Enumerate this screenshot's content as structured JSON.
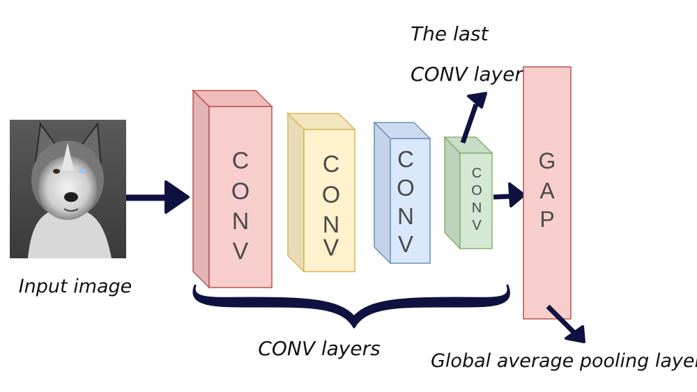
{
  "diagram": {
    "input_label": "Input image",
    "input_image_alt": "husky dog photo",
    "conv_blocks": [
      {
        "label": "CONV",
        "fill": "#f8cecc",
        "side": "#e2b4b3",
        "top": "#efbcbb",
        "stroke": "#b85450"
      },
      {
        "label": "CONV",
        "fill": "#fff2cc",
        "side": "#e8dcb8",
        "top": "#f3e5be",
        "stroke": "#d6b656"
      },
      {
        "label": "CONV",
        "fill": "#dae8fc",
        "side": "#c5d3e8",
        "top": "#cddbf0",
        "stroke": "#6c8ebf"
      },
      {
        "label": "CONV",
        "fill": "#d5e8d4",
        "side": "#bfd2be",
        "top": "#c8dcc7",
        "stroke": "#82b366"
      }
    ],
    "gap_block": {
      "label": "GAP",
      "fill": "#f8cecc",
      "stroke": "#b85450"
    },
    "last_conv_annotation": [
      "The last",
      "CONV layer"
    ],
    "conv_layers_label": "CONV layers",
    "gap_annotation": "Global average pooling layer",
    "arrow_color": "#0f1240"
  }
}
